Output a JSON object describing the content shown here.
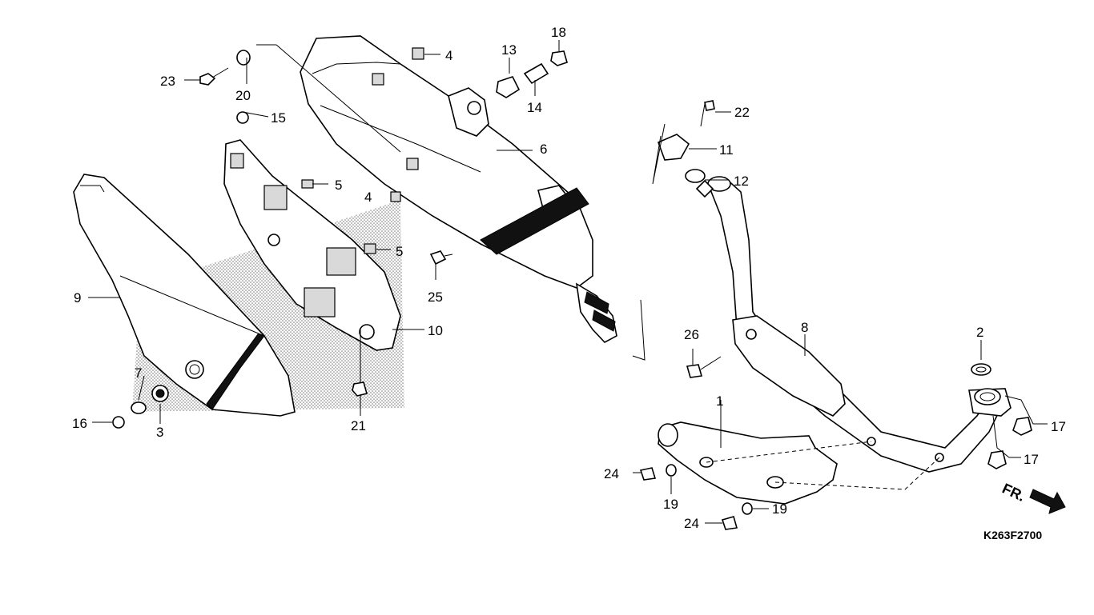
{
  "diagram": {
    "code": "K263F2700",
    "direction_label": "FR.",
    "callouts": [
      {
        "id": "c1",
        "label": "1"
      },
      {
        "id": "c2",
        "label": "2"
      },
      {
        "id": "c3",
        "label": "3"
      },
      {
        "id": "c4a",
        "label": "4"
      },
      {
        "id": "c4b",
        "label": "4"
      },
      {
        "id": "c5a",
        "label": "5"
      },
      {
        "id": "c5b",
        "label": "5"
      },
      {
        "id": "c6",
        "label": "6"
      },
      {
        "id": "c7",
        "label": "7"
      },
      {
        "id": "c8",
        "label": "8"
      },
      {
        "id": "c9",
        "label": "9"
      },
      {
        "id": "c10",
        "label": "10"
      },
      {
        "id": "c11",
        "label": "11"
      },
      {
        "id": "c12",
        "label": "12"
      },
      {
        "id": "c13",
        "label": "13"
      },
      {
        "id": "c14",
        "label": "14"
      },
      {
        "id": "c15",
        "label": "15"
      },
      {
        "id": "c16",
        "label": "16"
      },
      {
        "id": "c17a",
        "label": "17"
      },
      {
        "id": "c17b",
        "label": "17"
      },
      {
        "id": "c18",
        "label": "18"
      },
      {
        "id": "c19a",
        "label": "19"
      },
      {
        "id": "c19b",
        "label": "19"
      },
      {
        "id": "c20",
        "label": "20"
      },
      {
        "id": "c21",
        "label": "21"
      },
      {
        "id": "c22",
        "label": "22"
      },
      {
        "id": "c23",
        "label": "23"
      },
      {
        "id": "c24a",
        "label": "24"
      },
      {
        "id": "c24b",
        "label": "24"
      },
      {
        "id": "c25",
        "label": "25"
      },
      {
        "id": "c26",
        "label": "26"
      }
    ]
  }
}
